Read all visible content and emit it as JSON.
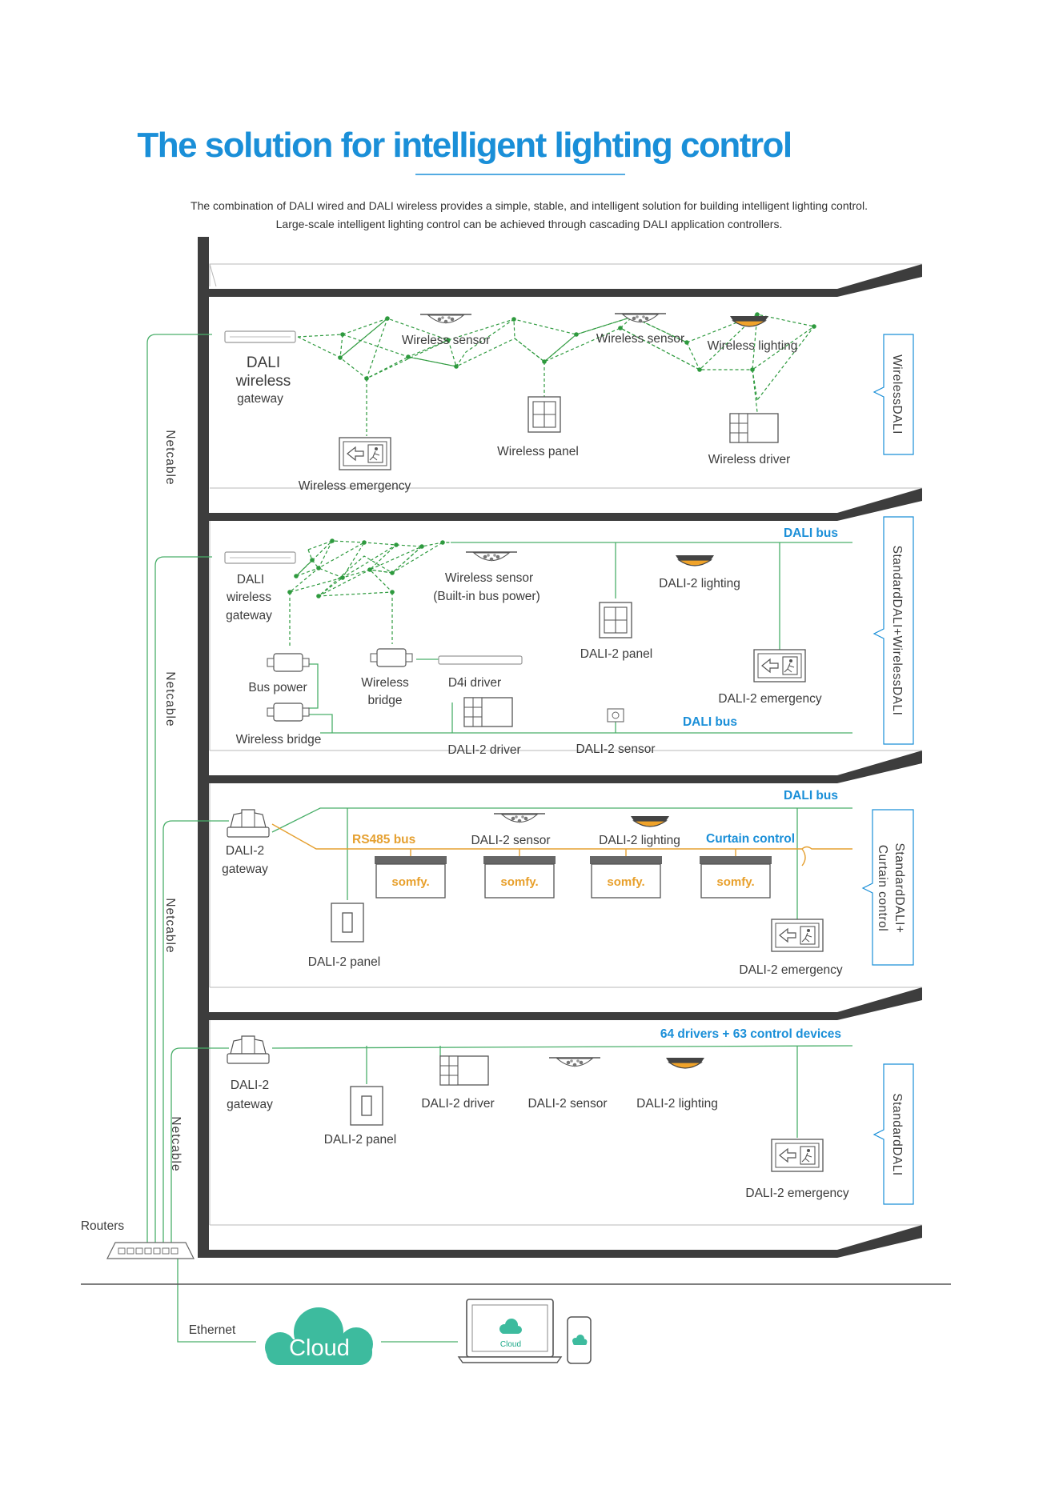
{
  "title": "The solution for intelligent lighting control",
  "subtitle": [
    "The combination of DALI wired and DALI wireless provides a simple, stable, and intelligent solution for building intelligent lighting control.",
    "Large-scale intelligent lighting control can be achieved through cascading DALI application controllers."
  ],
  "floors": {
    "f1": {
      "side_label": "WirelessDALI",
      "gateway": [
        "DALI",
        "wireless",
        "gateway"
      ],
      "sensor_a": "Wireless sensor",
      "sensor_b": "Wireless sensor",
      "lighting": "Wireless lighting",
      "panel": "Wireless panel",
      "driver": "Wireless driver",
      "emergency": "Wireless emergency",
      "netcable": "Netcable"
    },
    "f2": {
      "side_label": "StandardDALI+WirelessDALI",
      "bus_top": "DALI bus",
      "bus_bottom": "DALI bus",
      "gateway": [
        "DALI",
        "wireless",
        "gateway"
      ],
      "sensor": [
        "Wireless sensor",
        "(Built-in bus power)"
      ],
      "lighting": "DALI-2 lighting",
      "panel": "DALI-2 panel",
      "emergency": "DALI-2 emergency",
      "bus_power": "Bus power",
      "wireless_bridge_a": [
        "Wireless",
        "bridge"
      ],
      "d4i_driver": "D4i driver",
      "wireless_bridge_b": "Wireless bridge",
      "driver": "DALI-2 driver",
      "sensor2": "DALI-2 sensor",
      "netcable": "Netcable"
    },
    "f3": {
      "side_label": [
        "StandardDALI+",
        "Curtain control"
      ],
      "bus": "DALI bus",
      "rs485": "RS485 bus",
      "curtain": "Curtain control",
      "gateway": [
        "DALI-2",
        "gateway"
      ],
      "sensor": "DALI-2 sensor",
      "lighting": "DALI-2 lighting",
      "somfy": "somfy.",
      "panel": "DALI-2 panel",
      "emergency": "DALI-2 emergency",
      "netcable": "Netcable"
    },
    "f4": {
      "side_label": "StandardDALI",
      "bus": "64 drivers + 63 control devices",
      "gateway": [
        "DALI-2",
        "gateway"
      ],
      "driver": "DALI-2 driver",
      "sensor": "DALI-2 sensor",
      "lighting": "DALI-2 lighting",
      "panel": "DALI-2 panel",
      "emergency": "DALI-2 emergency",
      "netcable": "Netcable"
    }
  },
  "network": {
    "routers": "Routers",
    "ethernet": "Ethernet",
    "cloud": "Cloud",
    "laptop_cloud": "Cloud"
  },
  "colors": {
    "title": "#1a8fd8",
    "bus_blue": "#1a8fd8",
    "bus_orange": "#e5a030",
    "wire_green": "#4aaf6a",
    "cloud": "#3dbb9e",
    "wall": "#3d3d3d"
  }
}
